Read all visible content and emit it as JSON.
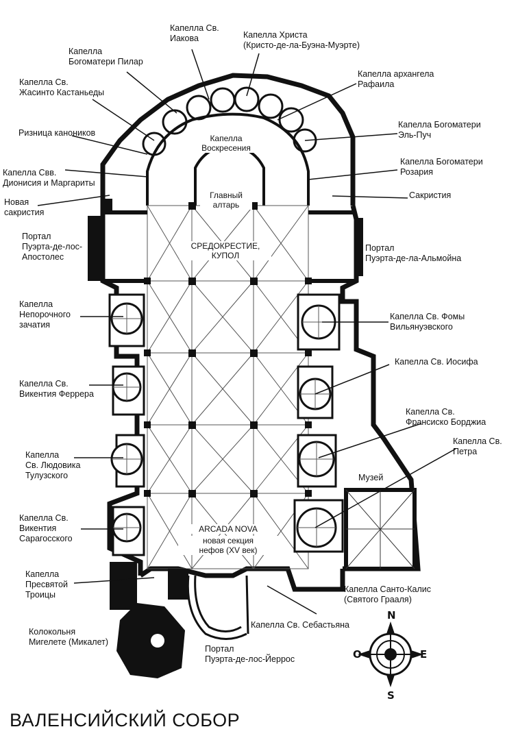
{
  "title": "ВАЛЕНСИЙСКИЙ СОБОР",
  "labels": {
    "iakova": "Капелла Св.\nИакова",
    "christa": "Капелла Христа\n(Кристо-де-ла-Буэна-Муэрте)",
    "pilar": "Капелла\nБогоматери Пилар",
    "rafaila": "Капелла архангела\nРафаила",
    "zhasinto": "Капелла Св.\nЖасинто Кастаньеды",
    "el_puch": "Капелла Богоматери\nЭль-Пуч",
    "riznica": "Ризница каноников",
    "rozariya": "Капелла Богоматери\nРозария",
    "dionisiya": "Капелла Свв.\nДионисия и Маргариты",
    "sakristiya": "Сакристия",
    "nova_sakristiya": "Новая\nсакристия",
    "portal_apostoles": "Портал\nПуэрта-де-лос-\nАпостолес",
    "portal_almoyna": "Портал\nПуэрта-де-ла-Альмойна",
    "neporochnogo": "Капелла\nНепорочного\nзачатия",
    "foma": "Капелла Св. Фомы\nВильянуэвского",
    "iosifa": "Капелла Св. Иосифа",
    "ferrera": "Капелла Св.\nВикентия Феррера",
    "borja": "Капелла Св.\nФрансиско Борджиа",
    "petra": "Капелла Св.\nПетра",
    "lyudovika": "Капелла\nСв. Людовика\nТулузского",
    "muzey": "Музей",
    "saragosskogo": "Капелла Св.\nВикентия\nСарагосского",
    "troicy": "Капелла\nПресвятой\nТроицы",
    "santo_kalis": "Капелла Санто-Калис\n(Святого Грааля)",
    "sebastyana": "Капелла Св. Себастьяна",
    "miguelete": "Колокольня\nМигелете (Микалет)",
    "portal_yerros": "Портал\nПуэрта-де-лос-Йеррос"
  },
  "inner_labels": {
    "voskreseniya": "Капелла\nВоскресения",
    "altar": "Главный\nалтарь",
    "sredokrestie": "СРЕДОКРЕСТИЕ,\nКУПОЛ",
    "arcada": "ARCADA NOVA",
    "sekciya": "новая секция\nнефов (XV век)"
  },
  "compass": {
    "n": "N",
    "s": "S",
    "o": "O",
    "e": "E"
  }
}
